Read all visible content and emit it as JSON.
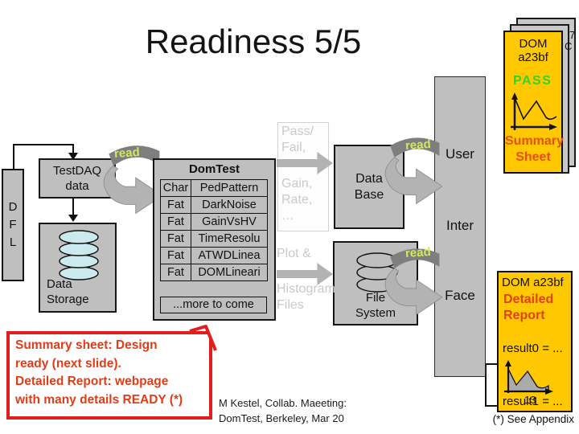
{
  "title": "Readiness 5/5",
  "left_flow": {
    "dfl": {
      "letters": [
        "D",
        "F",
        "L"
      ]
    },
    "testdaq": {
      "line1": "TestDAQ",
      "line2": "data"
    },
    "storage": {
      "line1": "Data",
      "line2": "Storage"
    }
  },
  "domtest": {
    "title": "DomTest",
    "rows": [
      {
        "mode": "Char",
        "test": "PedPattern"
      },
      {
        "mode": "Fat",
        "test": "DarkNoise"
      },
      {
        "mode": "Fat",
        "test": "GainVsHV"
      },
      {
        "mode": "Fat",
        "test": "TimeResolu"
      },
      {
        "mode": "Fat",
        "test": "ATWDLinea"
      },
      {
        "mode": "Fat",
        "test": "DOMLineari"
      }
    ],
    "more_row": "...more to come"
  },
  "flow_notes": {
    "pass_fail": {
      "l1": "Pass/",
      "l2": "Fail,",
      "l3": "Gain,",
      "l4": "Rate,",
      "l5": "…"
    },
    "plot": {
      "l1": "Plot &",
      "l2": "Histogram",
      "l3": "Files"
    }
  },
  "read_label": "read",
  "database": {
    "line1": "Data",
    "line2": "Base"
  },
  "file_system": {
    "line1": "File",
    "line2": "System"
  },
  "user_interface": {
    "line1": "User",
    "line2": "Inter",
    "line3": "Face"
  },
  "summary_card": {
    "dom_id": "DOM a23bf",
    "status": "PASS",
    "label1": "Summary",
    "label2": "Sheet",
    "frag1": "7",
    "frag2": "C"
  },
  "report_card": {
    "dom_id": "DOM a23bf",
    "label1": "Detailed",
    "label2": "Report",
    "result0": "result0 = ...",
    "result1": "result1 = ..."
  },
  "page_number": "13",
  "note_box": {
    "line1": "Summary sheet: Design",
    "line2": "ready (next slide).",
    "line3": "Detailed Report: webpage",
    "line4": "with many details READY (*)"
  },
  "caption": {
    "line1": "M Kestel, Collab. Maeeting:",
    "line2": "DomTest, Berkeley, Mar 20"
  },
  "footnote": "(*) See Appendix",
  "colors": {
    "card_yellow": "#ffc800",
    "pass_green": "#2fd52f",
    "accent_red": "#e8500f",
    "note_border_red": "#e31e1e",
    "box_gray": "#bfbfbf",
    "read_green": "#d3e95c"
  }
}
